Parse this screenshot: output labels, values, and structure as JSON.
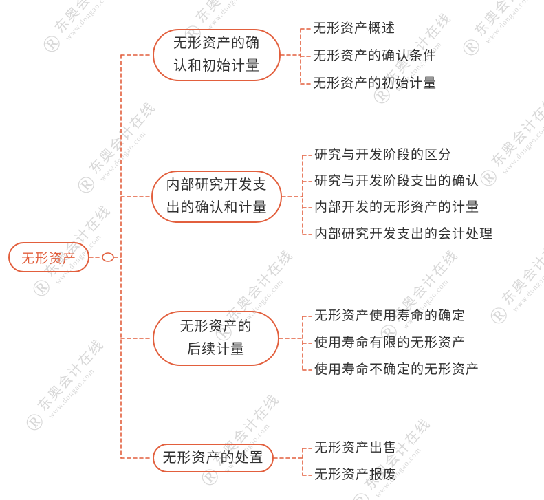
{
  "root": {
    "label": "无形资产"
  },
  "branches": [
    {
      "label_lines": [
        "无形资产的确",
        "认和初始计量"
      ],
      "children": [
        "无形资产概述",
        "无形资产的确认条件",
        "无形资产的初始计量"
      ]
    },
    {
      "label_lines": [
        "内部研究开发支",
        "出的确认和计量"
      ],
      "children": [
        "研究与开发阶段的区分",
        "研究与开发阶段支出的确认",
        "内部开发的无形资产的计量",
        "内部研究开发支出的会计处理"
      ]
    },
    {
      "label_lines": [
        "无形资产的",
        "后续计量"
      ],
      "children": [
        "无形资产使用寿命的确定",
        "使用寿命有限的无形资产",
        "使用寿命不确定的无形资产"
      ]
    },
    {
      "label_lines": [
        "无形资产的处置"
      ],
      "children": [
        "无形资产出售",
        "无形资产报废"
      ]
    }
  ],
  "watermark": {
    "registered": "®",
    "brand": "东奥会计在线",
    "url": "www.dongao.com"
  },
  "colors": {
    "accent": "#e25f3d",
    "text": "#303030",
    "watermark": "#d8d8d8"
  }
}
